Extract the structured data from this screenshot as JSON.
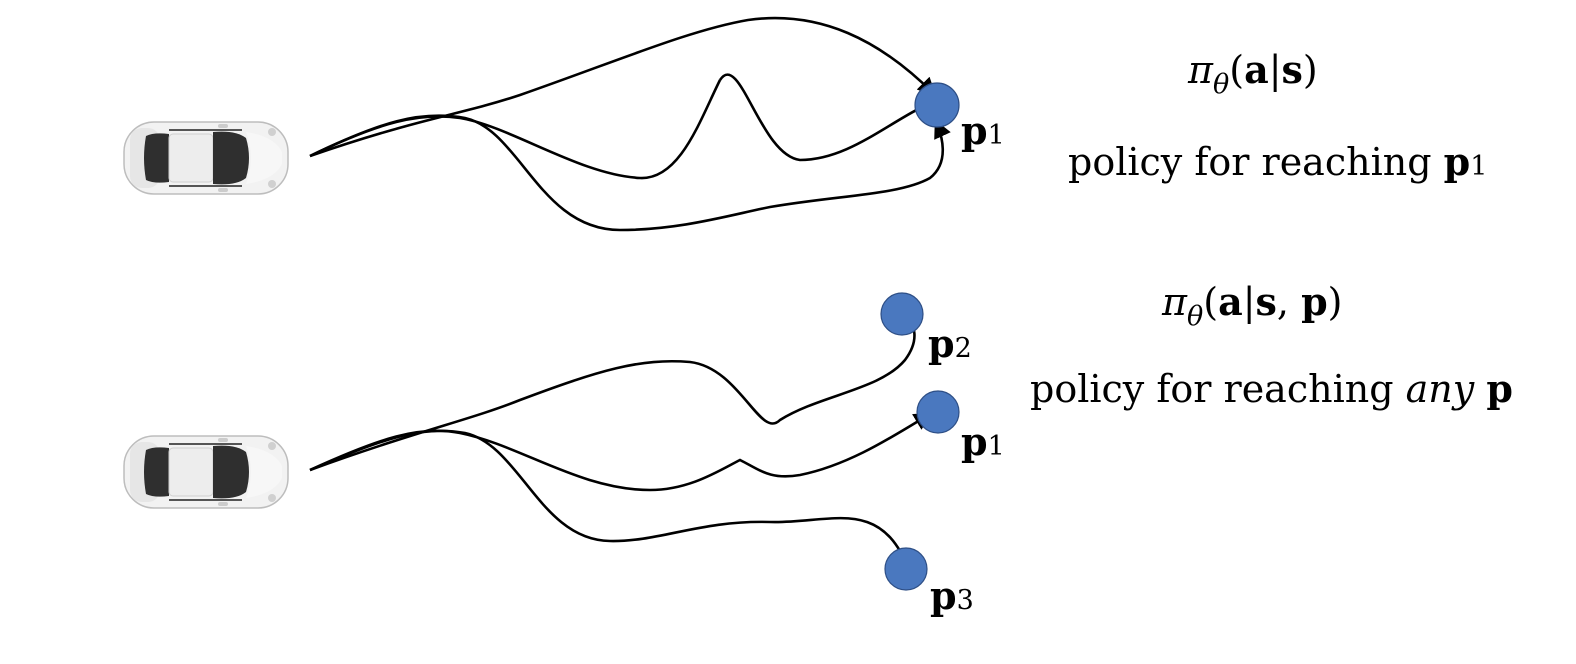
{
  "panels": [
    {
      "formula": {
        "pi": "π",
        "theta": "θ",
        "a": "a",
        "s": "s",
        "p": ""
      },
      "caption": {
        "text": "policy for reaching",
        "emph": "",
        "bold": "p",
        "sub": "1"
      },
      "goals": [
        {
          "letter": "p",
          "sub": "1"
        }
      ]
    },
    {
      "formula": {
        "pi": "π",
        "theta": "θ",
        "a": "a",
        "s": "s",
        "p": "p"
      },
      "caption": {
        "text": "policy for reaching",
        "emph": "any",
        "bold": "p",
        "sub": ""
      },
      "goals": [
        {
          "letter": "p",
          "sub": "2"
        },
        {
          "letter": "p",
          "sub": "1"
        },
        {
          "letter": "p",
          "sub": "3"
        }
      ]
    }
  ],
  "colors": {
    "goal": "#4a78bf",
    "path": "#000000",
    "car_body": "#f2f2f2",
    "car_glass": "#333333"
  },
  "icons": {
    "vehicle": "car-top-view-icon"
  }
}
